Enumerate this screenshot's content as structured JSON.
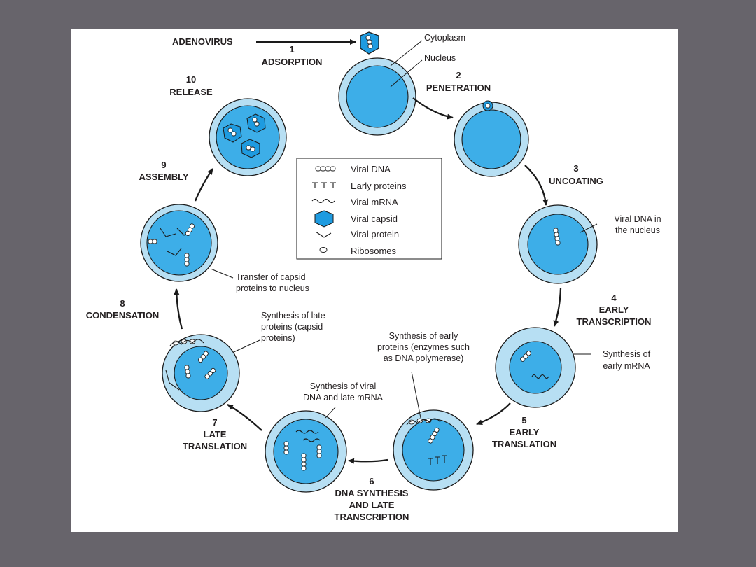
{
  "labels": {
    "adenovirus": "ADENOVIRUS",
    "cytoplasm": "Cytoplasm",
    "nucleus": "Nucleus",
    "viral_dna_nucleus": [
      "Viral DNA in",
      "the nucleus"
    ],
    "synth_early_mrna": [
      "Synthesis of",
      "early mRNA"
    ],
    "synth_early_proteins": [
      "Synthesis of early",
      "proteins (enzymes such",
      "as DNA polymerase)"
    ],
    "synth_viral_dna": [
      "Synthesis of viral",
      "DNA and late mRNA"
    ],
    "synth_late_proteins": [
      "Synthesis of late",
      "proteins (capsid",
      "proteins)"
    ],
    "transfer_capsid": [
      "Transfer of capsid",
      "proteins to nucleus"
    ]
  },
  "steps": [
    {
      "num": "1",
      "lines": [
        "ADSORPTION"
      ]
    },
    {
      "num": "2",
      "lines": [
        "PENETRATION"
      ]
    },
    {
      "num": "3",
      "lines": [
        "UNCOATING"
      ]
    },
    {
      "num": "4",
      "lines": [
        "EARLY",
        "TRANSCRIPTION"
      ]
    },
    {
      "num": "5",
      "lines": [
        "EARLY",
        "TRANSLATION"
      ]
    },
    {
      "num": "6",
      "lines": [
        "DNA SYNTHESIS",
        "AND LATE",
        "TRANSCRIPTION"
      ]
    },
    {
      "num": "7",
      "lines": [
        "LATE",
        "TRANSLATION"
      ]
    },
    {
      "num": "8",
      "lines": [
        "CONDENSATION"
      ]
    },
    {
      "num": "9",
      "lines": [
        "ASSEMBLY"
      ]
    },
    {
      "num": "10",
      "lines": [
        "RELEASE"
      ]
    }
  ],
  "legend": [
    {
      "icon": "viral-dna-icon",
      "label": "Viral DNA"
    },
    {
      "icon": "early-proteins-icon",
      "label": "Early proteins"
    },
    {
      "icon": "viral-mrna-icon",
      "label": "Viral mRNA"
    },
    {
      "icon": "viral-capsid-icon",
      "label": "Viral capsid"
    },
    {
      "icon": "viral-protein-icon",
      "label": "Viral protein"
    },
    {
      "icon": "ribosome-icon",
      "label": "Ribosomes"
    }
  ],
  "colors": {
    "background": "#67646b",
    "cytoplasm": "#b7dff3",
    "nucleus": "#3daee8",
    "capsid": "#1e9be0"
  }
}
